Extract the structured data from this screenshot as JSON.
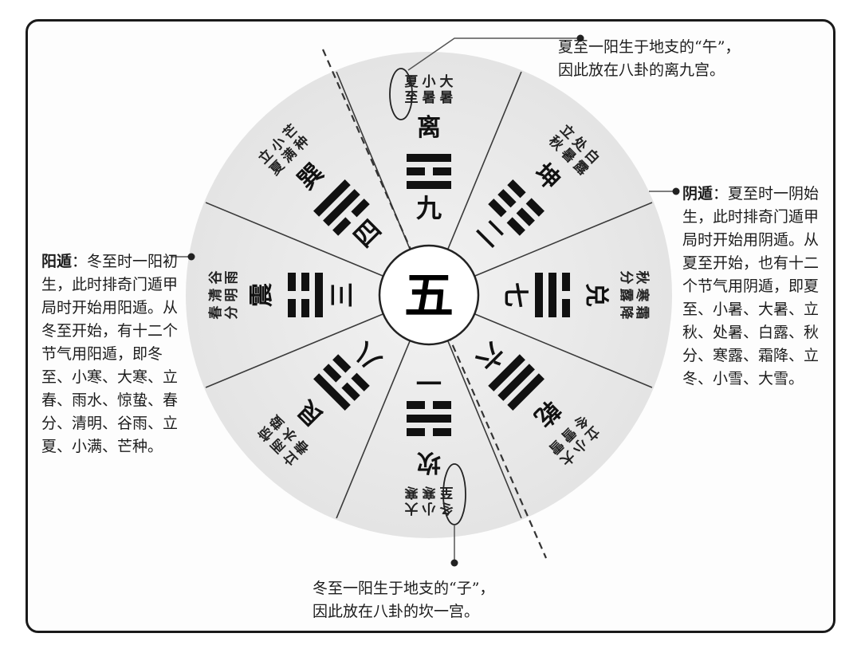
{
  "center": {
    "number": "五"
  },
  "palaces": [
    {
      "key": "li",
      "trigram": "离",
      "number": "九",
      "terms": [
        "夏至",
        "小暑",
        "大暑"
      ],
      "lines": [
        1,
        0,
        1
      ]
    },
    {
      "key": "kun",
      "trigram": "坤",
      "number": "二",
      "terms": [
        "立秋",
        "处暑",
        "白露"
      ],
      "lines": [
        0,
        0,
        0
      ]
    },
    {
      "key": "dui",
      "trigram": "兑",
      "number": "七",
      "terms": [
        "秋分",
        "寒露",
        "霜降"
      ],
      "lines": [
        0,
        1,
        1
      ]
    },
    {
      "key": "qian",
      "trigram": "乾",
      "number": "六",
      "terms": [
        "立冬",
        "小雪",
        "大雪"
      ],
      "lines": [
        1,
        1,
        1
      ]
    },
    {
      "key": "kan",
      "trigram": "坎",
      "number": "一",
      "terms": [
        "冬至",
        "小寒",
        "大寒"
      ],
      "lines": [
        0,
        1,
        0
      ]
    },
    {
      "key": "gen",
      "trigram": "艮",
      "number": "八",
      "terms": [
        "立春",
        "雨水",
        "惊蛰"
      ],
      "lines": [
        1,
        0,
        0
      ]
    },
    {
      "key": "zhen",
      "trigram": "震",
      "number": "三",
      "terms": [
        "春分",
        "清明",
        "谷雨"
      ],
      "lines": [
        0,
        0,
        1
      ]
    },
    {
      "key": "xun",
      "trigram": "巽",
      "number": "四",
      "terms": [
        "立夏",
        "小满",
        "芒种"
      ],
      "lines": [
        1,
        1,
        0
      ]
    }
  ],
  "notes": {
    "left_keyword": "阳遁",
    "left_text": "：冬至时一阳初生，此时排奇门遁甲局时开始用阳遁。从冬至开始，有十二个节气用阳遁，即冬至、小寒、大寒、立春、雨水、惊蛰、春分、清明、谷雨、立夏、小满、芒种。",
    "right_keyword": "阴遁",
    "right_text": "：夏至时一阴始生，此时排奇门遁甲局时开始用阴遁。从夏至开始，也有十二个节气用阴遁，即夏至、小暑、大暑、立秋、处暑、白露、秋分、寒露、霜降、立冬、小雪、大雪。",
    "top": "夏至一阳生于地支的“午”，\n因此放在八卦的离九宫。",
    "bottom": "冬至一阳生于地支的“子”，\n因此放在八卦的坎一宫。"
  }
}
